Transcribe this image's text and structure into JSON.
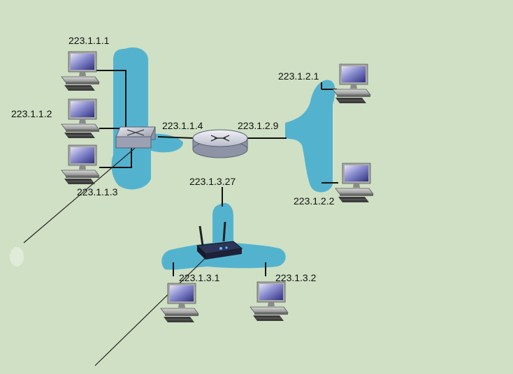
{
  "colors": {
    "background": "#cfe0c4",
    "subnet": "#53b3cf",
    "link": "#111111"
  },
  "hosts": {
    "h1": {
      "label": "223.1.1.1",
      "icon": "desktop-computer-icon"
    },
    "h2": {
      "label": "223.1.1.2",
      "icon": "desktop-computer-icon"
    },
    "h3": {
      "label": "223.1.1.3",
      "icon": "desktop-computer-icon"
    },
    "h4": {
      "label": "223.1.2.1",
      "icon": "desktop-computer-icon"
    },
    "h5": {
      "label": "223.1.2.2",
      "icon": "desktop-computer-icon"
    },
    "h6": {
      "label": "223.1.3.1",
      "icon": "desktop-computer-icon"
    },
    "h7": {
      "label": "223.1.3.2",
      "icon": "desktop-computer-icon"
    }
  },
  "router": {
    "icon": "router-icon",
    "interfaces": {
      "if1": "223.1.1.4",
      "if2": "223.1.2.9",
      "if3": "223.1.3.27"
    }
  },
  "switch": {
    "icon": "ethernet-switch-icon"
  },
  "access_point": {
    "icon": "wireless-access-point-icon"
  }
}
